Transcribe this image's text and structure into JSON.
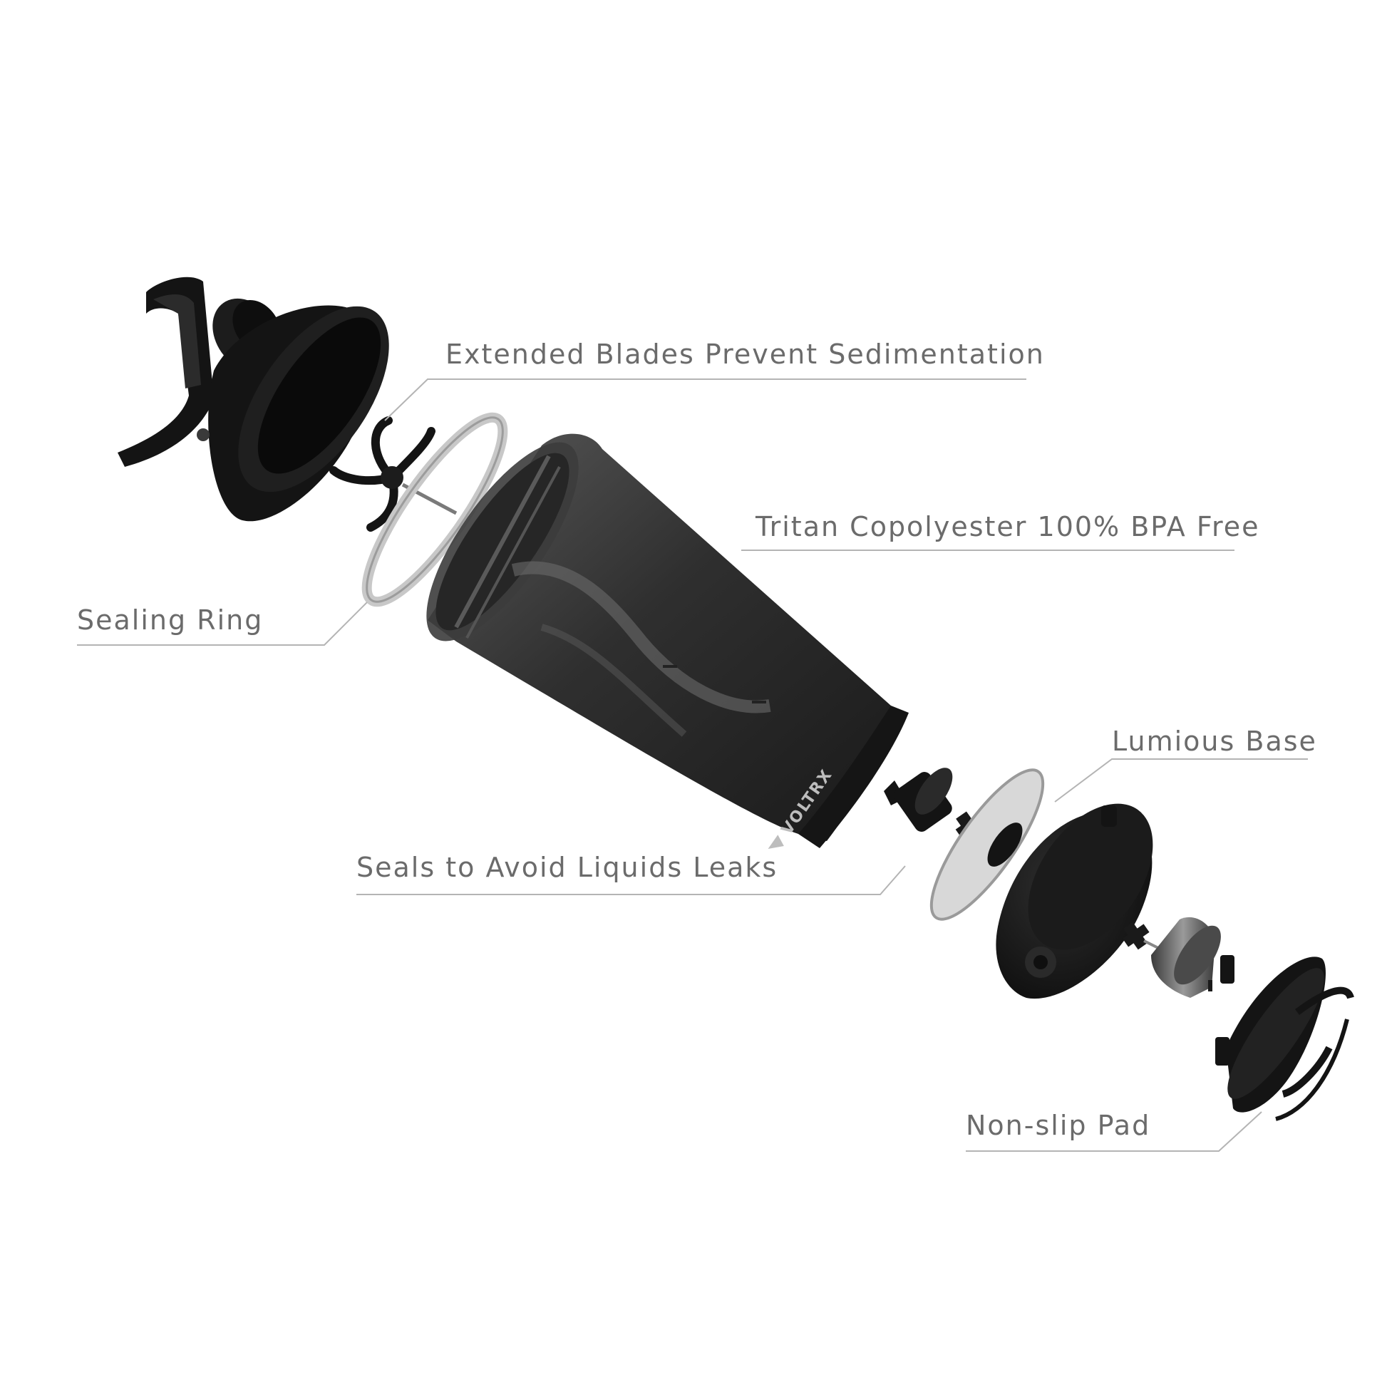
{
  "brand": {
    "logo_text": "VOLTRX"
  },
  "callouts": {
    "blades": "Extended Blades Prevent Sedimentation",
    "material": "Tritan Copolyester 100% BPA Free",
    "sealing_ring": "Sealing Ring",
    "base": "Lumious Base",
    "seals": "Seals to Avoid Liquids Leaks",
    "pad": "Non-slip Pad"
  },
  "colors": {
    "background": "#ffffff",
    "part_black": "#141414",
    "part_dark": "#2a2a2a",
    "cup_gray": "#4a4a4a",
    "text_gray": "#6b6b6b",
    "line_gray": "#b4b4b4"
  }
}
